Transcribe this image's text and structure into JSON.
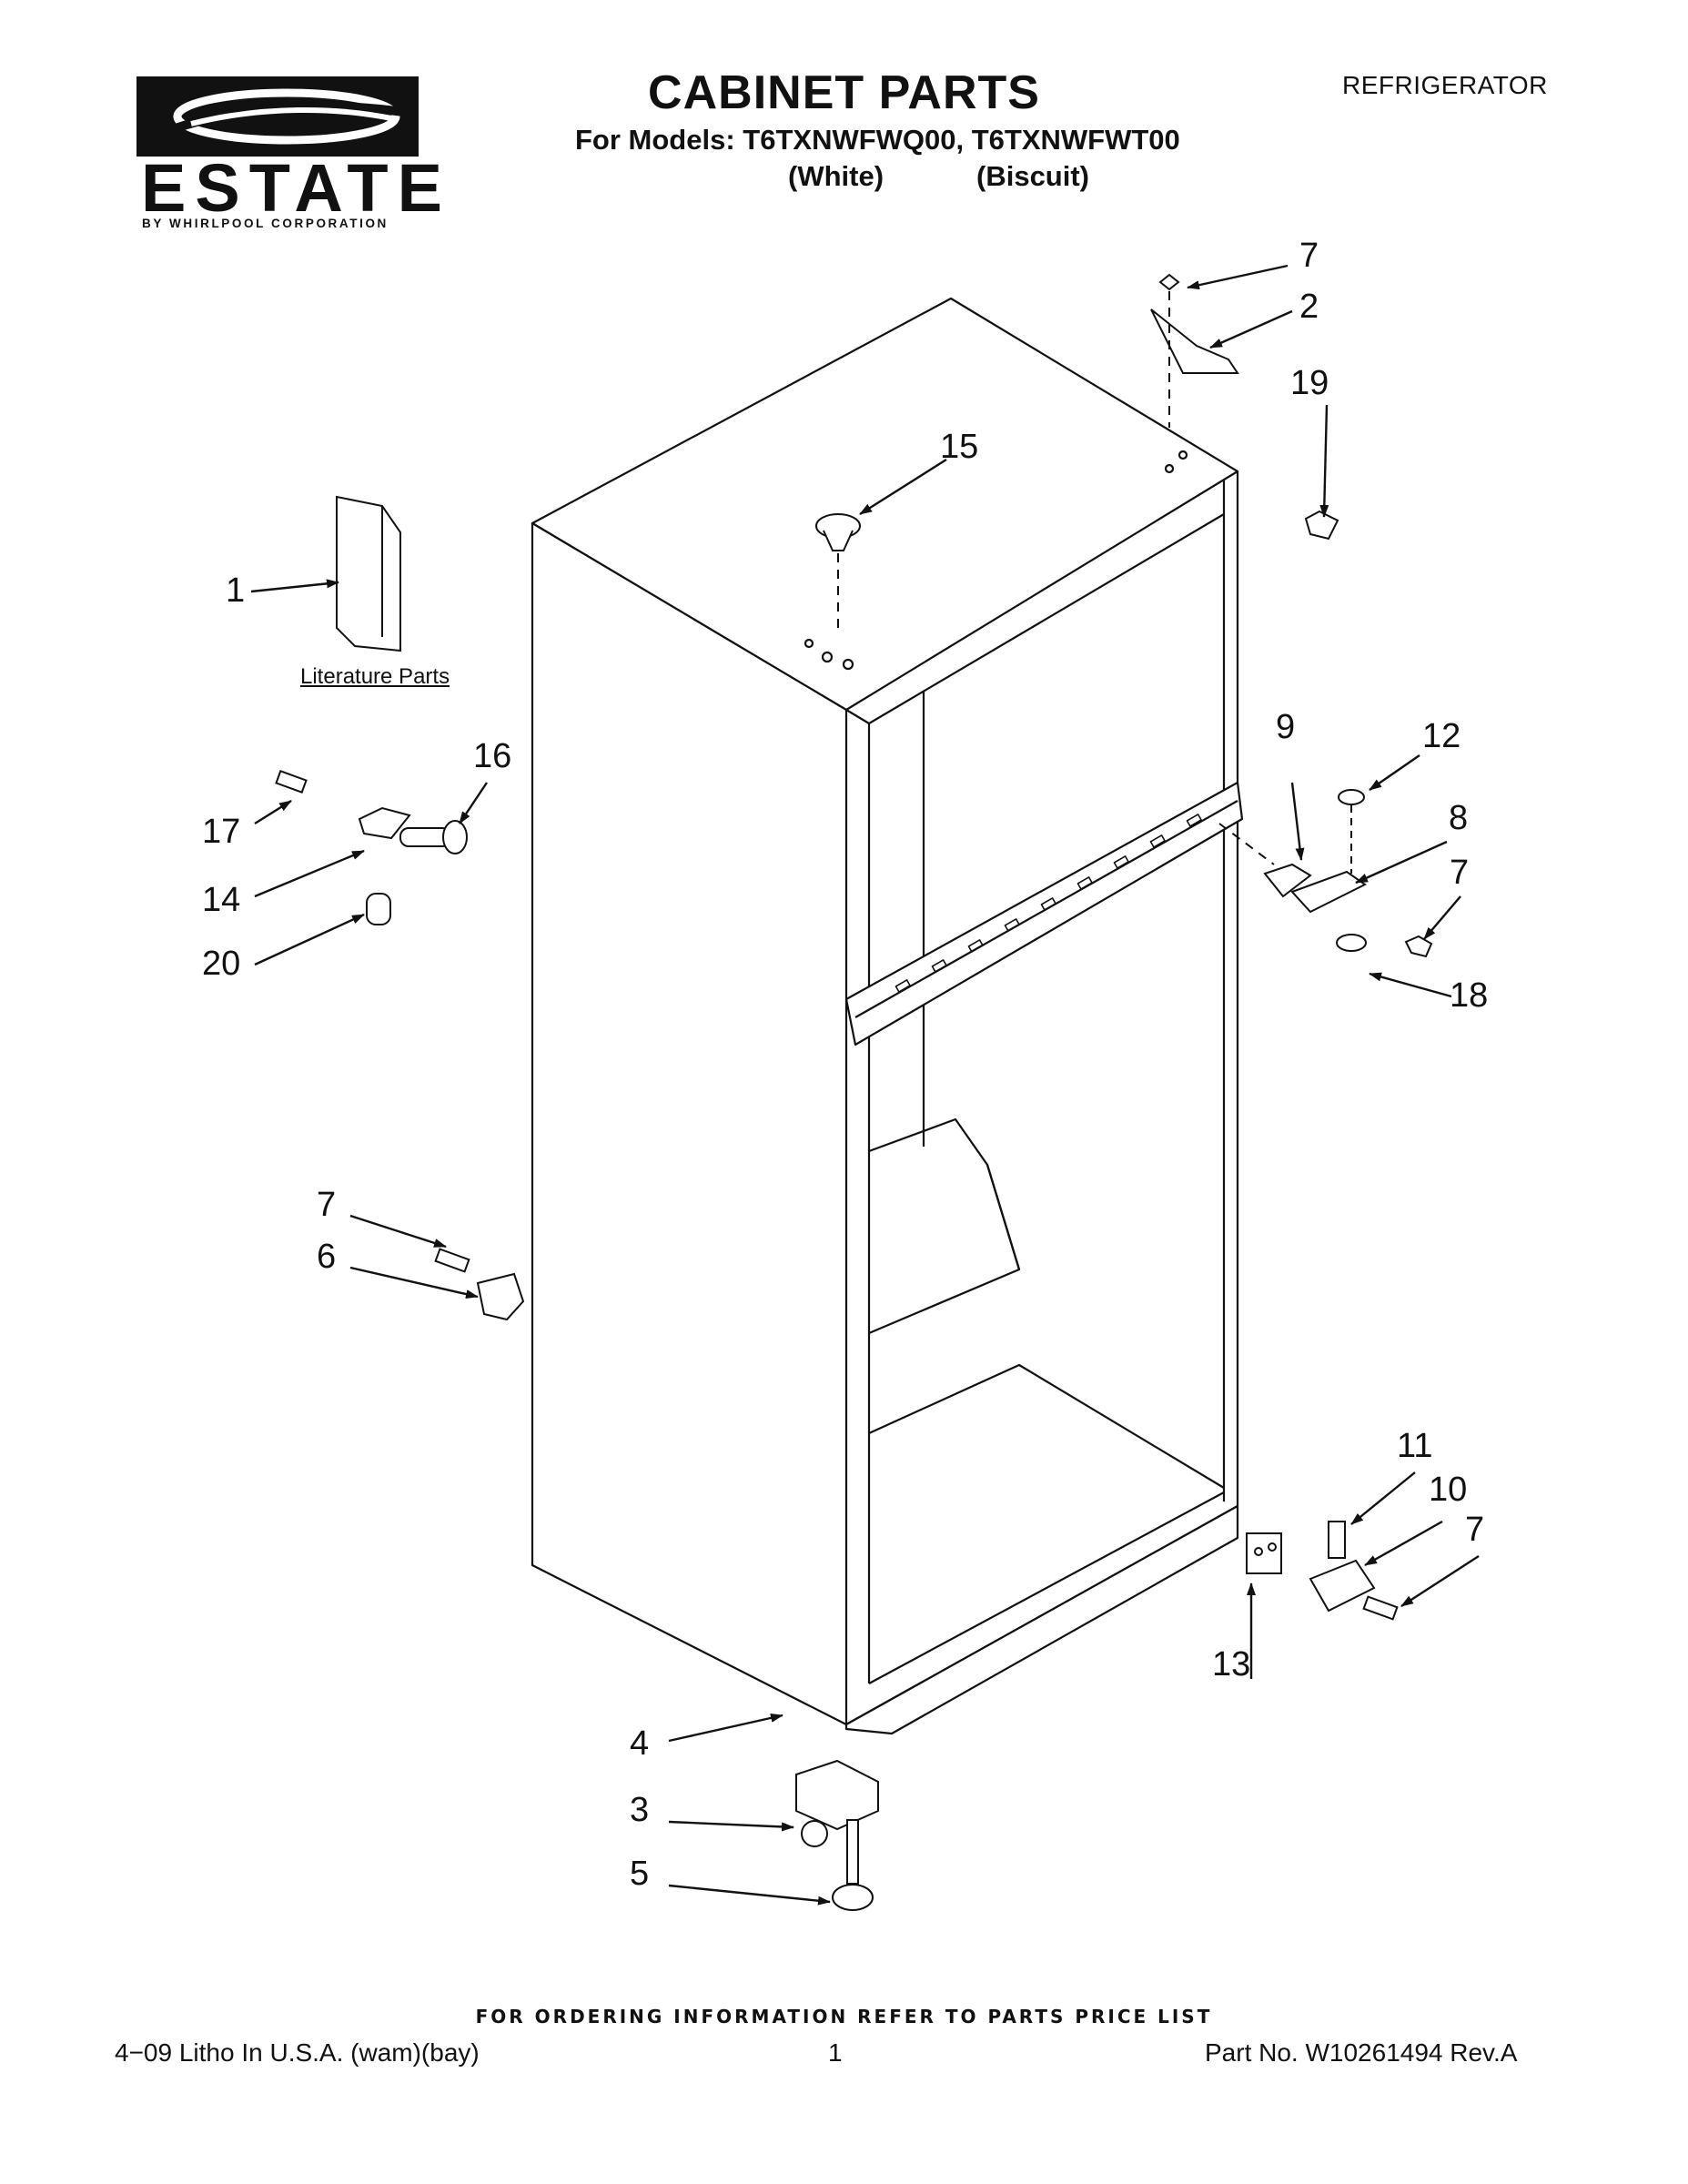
{
  "header": {
    "title": "CABINET PARTS",
    "models": "For Models: T6TXNWFWQ00, T6TXNWFWT00",
    "color_white": "(White)",
    "color_biscuit": "(Biscuit)",
    "appliance": "REFRIGERATOR"
  },
  "logo": {
    "brand": "ESTATE",
    "tagline": "BY WHIRLPOOL CORPORATION"
  },
  "literature_label": "Literature Parts",
  "callouts": {
    "c1": "1",
    "c2": "2",
    "c3": "3",
    "c4": "4",
    "c5": "5",
    "c6": "6",
    "c7a": "7",
    "c7b": "7",
    "c7c": "7",
    "c7d": "7",
    "c8": "8",
    "c9": "9",
    "c10": "10",
    "c11": "11",
    "c12": "12",
    "c13": "13",
    "c14": "14",
    "c15": "15",
    "c16": "16",
    "c17": "17",
    "c18": "18",
    "c19": "19",
    "c20": "20"
  },
  "footer": {
    "order_note": "FOR ORDERING INFORMATION REFER TO PARTS PRICE LIST",
    "litho": "4−09 Litho In U.S.A. (wam)(bay)",
    "page": "1",
    "part_no": "Part No. W10261494 Rev.A"
  }
}
